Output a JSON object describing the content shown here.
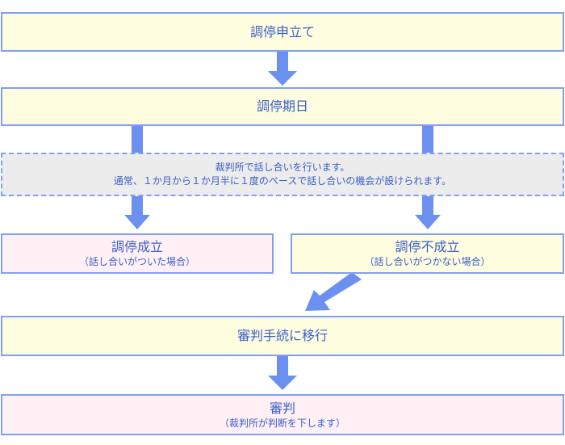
{
  "flow": {
    "application": "調停申立て",
    "hearing_date": "調停期日",
    "note_line1": "裁判所で話し合いを行います。",
    "note_line2": "通常、１か月から１か月半に１度のペースで話し合いの機会が設けられます。",
    "settled_title": "調停成立",
    "settled_sub": "（話し合いがついた場合）",
    "unsettled_title": "調停不成立",
    "unsettled_sub": "（話し合いがつかない場合）",
    "transfer": "審判手続に移行",
    "judgment_title": "審判",
    "judgment_sub": "（裁判所が判断を下します）"
  },
  "colors": {
    "border": "#7fa0f5",
    "arrow": "#6b90f0",
    "text": "#3a5fc8",
    "yellow_fill": "#fffde0",
    "pink_fill": "#fff0f5",
    "gray_fill": "#ececec"
  }
}
